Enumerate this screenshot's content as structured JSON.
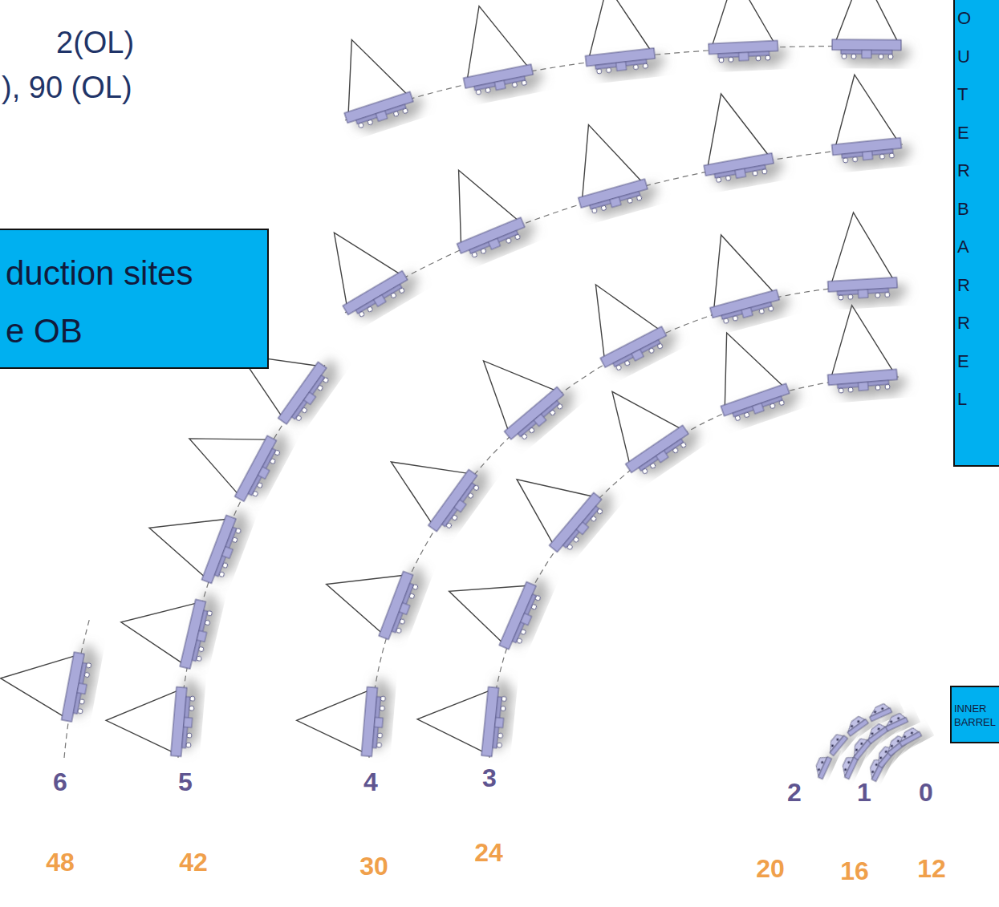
{
  "diagram": {
    "nodes": [
      {
        "text": [
          "duction sites",
          "e OB"
        ]
      },
      {
        "text": [
          "OUTER BARREL"
        ]
      },
      {
        "text": [
          "INNER BARREL"
        ]
      }
    ],
    "labels": [
      "2(OL)",
      "), 90 (OL)",
      "6",
      "5",
      "4",
      "3",
      "2",
      "1",
      "0",
      "48",
      "42",
      "30",
      "24",
      "20",
      "16",
      "12"
    ]
  }
}
